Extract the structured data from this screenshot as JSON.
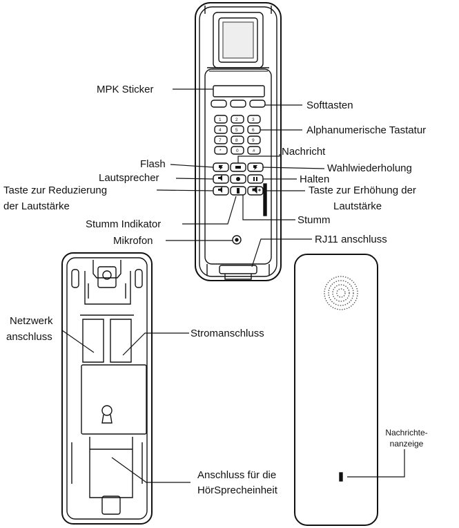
{
  "labels": {
    "mpk_sticker": "MPK Sticker",
    "softtasten": "Softtasten",
    "alphanumerische_tastatur": "Alphanumerische Tastatur",
    "nachricht": "Nachricht",
    "flash": "Flash",
    "wahlwiederholung": "Wahlwiederholung",
    "lautsprecher": "Lautsprecher",
    "halten": "Halten",
    "taste_reduzierung_1": "Taste zur Reduzierung",
    "taste_reduzierung_2": "der Lautstärke",
    "taste_erhoehung_1": "Taste zur Erhöhung der",
    "taste_erhoehung_2": "Lautstärke",
    "stumm_indikator": "Stumm Indikator",
    "stumm": "Stumm",
    "mikrofon": "Mikrofon",
    "rj11_anschluss": "RJ11 anschluss",
    "netzwerk_1": "Netzwerk",
    "netzwerk_2": "anschluss",
    "stromanschluss": "Stromanschluss",
    "hoersprech_1": "Anschluss für die",
    "hoersprech_2": "HörSprecheinheit",
    "nachrichte_1": "Nachrichte-",
    "nachrichte_2": "nanzeige"
  },
  "keypad": {
    "rows": [
      [
        "1",
        "2",
        "3"
      ],
      [
        "4",
        "5",
        "6"
      ],
      [
        "7",
        "8",
        "9"
      ],
      [
        "*",
        "0",
        "#"
      ]
    ]
  },
  "icons": {
    "speaker": "speaker-icon",
    "mute": "mute-icon",
    "volume": "volume-icon",
    "keyhole": "keyhole-mount-icon"
  }
}
